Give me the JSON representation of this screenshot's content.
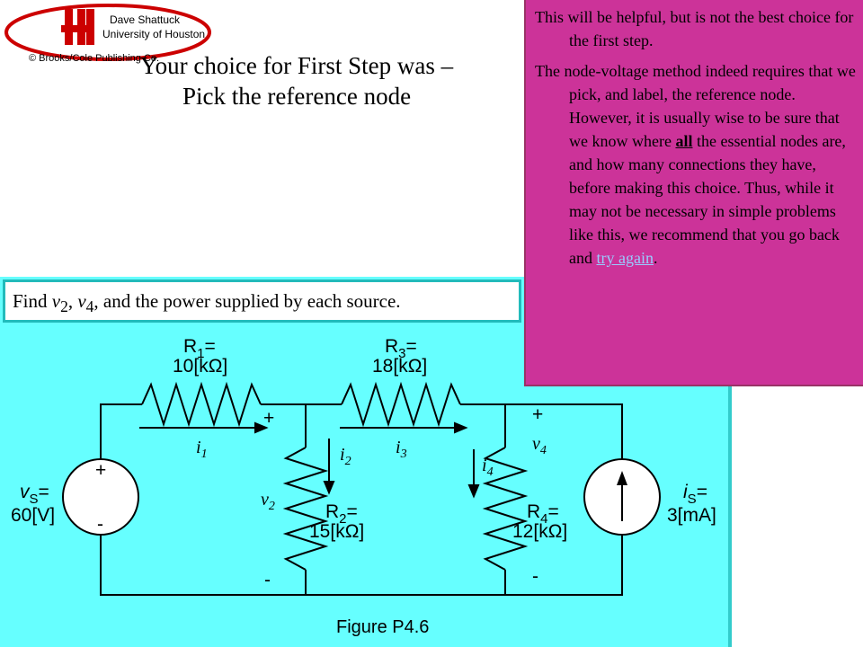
{
  "logo": {
    "name_line1": "Dave Shattuck",
    "name_line2": "University of Houston",
    "copyright": "© Brooks/Cole Publishing Co.",
    "brand_color": "#cc0000"
  },
  "title": {
    "line1": "Your choice for First Step was –",
    "line2": "Pick the reference node"
  },
  "problem": {
    "prefix": "Find ",
    "v2": "v",
    "v2_sub": "2",
    "sep": ", ",
    "v4": "v",
    "v4_sub": "4",
    "suffix": ", and the power supplied by each source."
  },
  "feedback": {
    "para1": "This will be helpful, but is not the best choice for the first step.",
    "para2_a": "The node-voltage method indeed requires that we pick, and label, the reference node.  However, it is usually wise to be sure that we know where ",
    "para2_em": "all",
    "para2_b": " the essential nodes are, and how many connections they have, before making this choice.  Thus, while it may not be necessary in simple problems like this, we recommend that you go back and ",
    "link": "try again",
    "para2_end": ".",
    "bg_color": "#cc3399"
  },
  "circuit": {
    "caption": "Figure P4.6",
    "r1_name": "R",
    "r1_sub": "1",
    "r1_eq": "=",
    "r1_val": "10[kΩ]",
    "r3_name": "R",
    "r3_sub": "3",
    "r3_eq": "=",
    "r3_val": "18[kΩ]",
    "r2_name": "R",
    "r2_sub": "2",
    "r2_eq": "=",
    "r2_val": "15[kΩ]",
    "r4_name": "R",
    "r4_sub": "4",
    "r4_eq": "=",
    "r4_val": "12[kΩ]",
    "vs_name": "v",
    "vs_sub": "S",
    "vs_eq": "=",
    "vs_val": "60[V]",
    "is_name": "i",
    "is_sub": "S",
    "is_eq": "=",
    "is_val": "3[mA]",
    "i1": "i",
    "i1_sub": "1",
    "i2": "i",
    "i2_sub": "2",
    "i3": "i",
    "i3_sub": "3",
    "i4": "i",
    "i4_sub": "4",
    "v2": "v",
    "v2_sub": "2",
    "v4": "v",
    "v4_sub": "4",
    "plus": "+",
    "minus": "-",
    "panel_color": "#66ffff"
  }
}
